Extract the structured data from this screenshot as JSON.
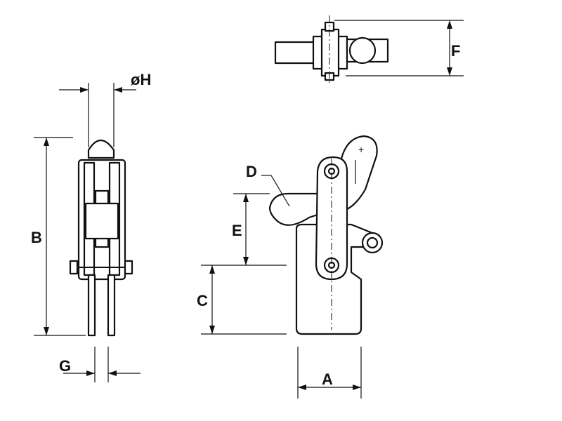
{
  "labels": {
    "A": "A",
    "B": "B",
    "C": "C",
    "D": "D",
    "E": "E",
    "F": "F",
    "G": "G",
    "H": "øH"
  },
  "colors": {
    "line": "#111111",
    "background": "#ffffff"
  }
}
